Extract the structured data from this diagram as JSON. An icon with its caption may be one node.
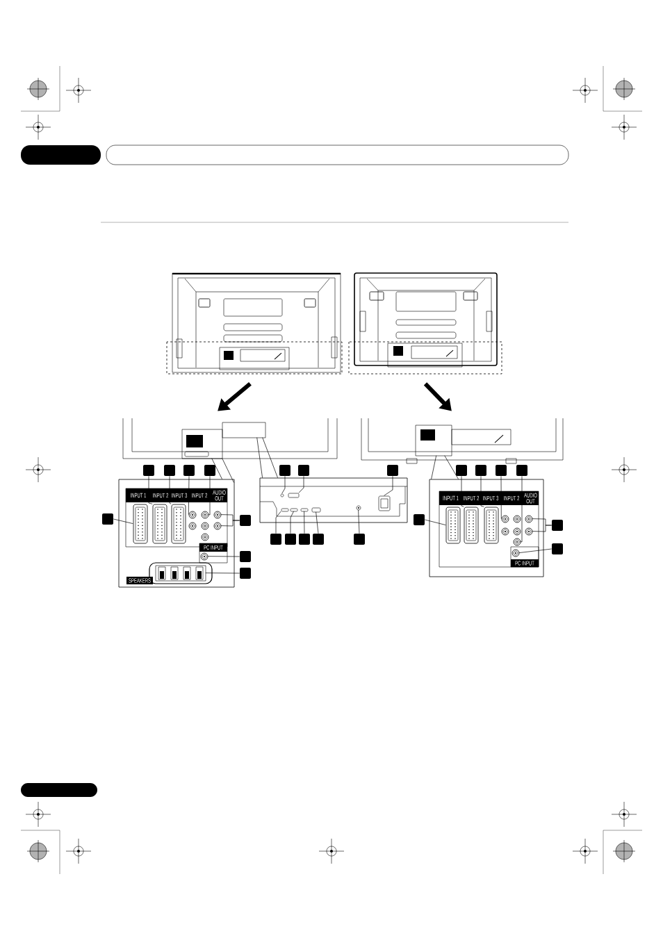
{
  "diagram": {
    "nodes": [
      {
        "text": [],
        "shape": "picture"
      },
      {
        "text": [],
        "shape": "picture"
      },
      {
        "text": [],
        "shape": "picture"
      },
      {
        "text": [],
        "shape": "picture"
      },
      {
        "text": [],
        "shape": "box"
      },
      {
        "text": [],
        "shape": "box"
      },
      {
        "text": [],
        "shape": "box"
      },
      {
        "text": [],
        "shape": "box"
      },
      {
        "text": [],
        "shape": "box"
      },
      {
        "text": [],
        "shape": "box"
      },
      {
        "text": [],
        "shape": "box"
      },
      {
        "text": [],
        "shape": "box"
      },
      {
        "text": [],
        "shape": "box"
      },
      {
        "text": [],
        "shape": "box"
      },
      {
        "text": [],
        "shape": "box"
      },
      {
        "text": [],
        "shape": "box"
      },
      {
        "text": [],
        "shape": "box"
      },
      {
        "text": [],
        "shape": "box"
      },
      {
        "text": [],
        "shape": "box"
      },
      {
        "text": [],
        "shape": "box"
      },
      {
        "text": [],
        "shape": "box"
      },
      {
        "text": [],
        "shape": "box"
      },
      {
        "text": [],
        "shape": "box"
      },
      {
        "text": [],
        "shape": "box"
      },
      {
        "text": [],
        "shape": "box"
      },
      {
        "text": [],
        "shape": "box"
      },
      {
        "text": [],
        "shape": "box"
      },
      {
        "text": [],
        "shape": "box"
      },
      {
        "text": [],
        "shape": "box"
      },
      {
        "text": [],
        "shape": "box"
      },
      {
        "text": [],
        "shape": "box",
        "in": 4
      },
      {
        "text": [],
        "shape": "box",
        "in": 4
      },
      {
        "text": [],
        "shape": "box",
        "in": 4
      },
      {
        "text": [],
        "shape": "circle",
        "in": 4
      },
      {
        "text": [],
        "shape": "circle",
        "in": 4
      },
      {
        "text": [],
        "shape": "circle",
        "in": 4
      },
      {
        "text": [],
        "shape": "circle",
        "in": 4
      },
      {
        "text": [],
        "shape": "circle",
        "in": 4
      },
      {
        "text": [],
        "shape": "box",
        "in": 4
      },
      {
        "text": [],
        "shape": "circle",
        "in": 5
      },
      {
        "text": [],
        "shape": "box",
        "in": 5
      },
      {
        "text": [],
        "shape": "box",
        "in": 5
      },
      {
        "text": [],
        "shape": "box",
        "in": 5
      },
      {
        "text": [],
        "shape": "box",
        "in": 5
      },
      {
        "text": [],
        "shape": "box",
        "in": 5
      },
      {
        "text": [],
        "shape": "box",
        "in": 5
      },
      {
        "text": [],
        "shape": "circle",
        "in": 5
      },
      {
        "text": [],
        "shape": "box",
        "in": 6
      },
      {
        "text": [],
        "shape": "box",
        "in": 6
      },
      {
        "text": [],
        "shape": "box",
        "in": 6
      },
      {
        "text": [],
        "shape": "circle",
        "in": 6
      },
      {
        "text": [],
        "shape": "circle",
        "in": 6
      },
      {
        "text": [],
        "shape": "circle",
        "in": 6
      },
      {
        "text": [],
        "shape": "circle",
        "in": 6
      },
      {
        "text": [],
        "shape": "circle",
        "in": 6
      }
    ],
    "edges": [
      {
        "from": 0,
        "to": 2,
        "arrow": "to",
        "style": "thick"
      },
      {
        "from": 1,
        "to": 3,
        "arrow": "to",
        "style": "thick"
      },
      {
        "from": 2,
        "to": 4,
        "arrow": "none"
      },
      {
        "from": 2,
        "to": 4,
        "arrow": "none"
      },
      {
        "from": 2,
        "to": 5,
        "arrow": "none"
      },
      {
        "from": 2,
        "to": 5,
        "arrow": "none"
      },
      {
        "from": 3,
        "to": 6,
        "arrow": "none"
      },
      {
        "from": 3,
        "to": 6,
        "arrow": "none"
      },
      {
        "from": 7,
        "to": 31,
        "arrow": "none"
      },
      {
        "from": 8,
        "to": 32,
        "arrow": "none"
      },
      {
        "from": 9,
        "to": 33,
        "arrow": "none"
      },
      {
        "from": 10,
        "to": 34,
        "arrow": "none"
      },
      {
        "from": 11,
        "to": 30,
        "arrow": "none"
      },
      {
        "from": 12,
        "to": 35,
        "arrow": "none"
      },
      {
        "from": 12,
        "to": 36,
        "arrow": "none"
      },
      {
        "from": 13,
        "to": 37,
        "arrow": "none"
      },
      {
        "from": 14,
        "to": 38,
        "arrow": "none"
      },
      {
        "from": 15,
        "to": 39,
        "arrow": "none"
      },
      {
        "from": 16,
        "to": 40,
        "arrow": "none"
      },
      {
        "from": 17,
        "to": 41,
        "arrow": "none"
      },
      {
        "from": 18,
        "to": 42,
        "arrow": "none"
      },
      {
        "from": 19,
        "to": 43,
        "arrow": "none"
      },
      {
        "from": 20,
        "to": 44,
        "arrow": "none"
      },
      {
        "from": 21,
        "to": 45,
        "arrow": "none"
      },
      {
        "from": 22,
        "to": 46,
        "arrow": "none"
      },
      {
        "from": 23,
        "to": 48,
        "arrow": "none"
      },
      {
        "from": 24,
        "to": 49,
        "arrow": "none"
      },
      {
        "from": 25,
        "to": 50,
        "arrow": "none"
      },
      {
        "from": 26,
        "to": 51,
        "arrow": "none"
      },
      {
        "from": 27,
        "to": 47,
        "arrow": "none"
      },
      {
        "from": 28,
        "to": 52,
        "arrow": "none"
      },
      {
        "from": 28,
        "to": 53,
        "arrow": "none"
      },
      {
        "from": 29,
        "to": 54,
        "arrow": "none"
      }
    ],
    "labels": [
      "INPUT 1",
      "INPUT 2",
      "INPUT 3",
      "INPUT 2",
      "AUDIO OUT",
      "PC INPUT",
      "SPEAKERS",
      "INPUT 1",
      "INPUT 2",
      "INPUT 3",
      "INPUT 2",
      "AUDIO OUT",
      "PC INPUT"
    ]
  }
}
